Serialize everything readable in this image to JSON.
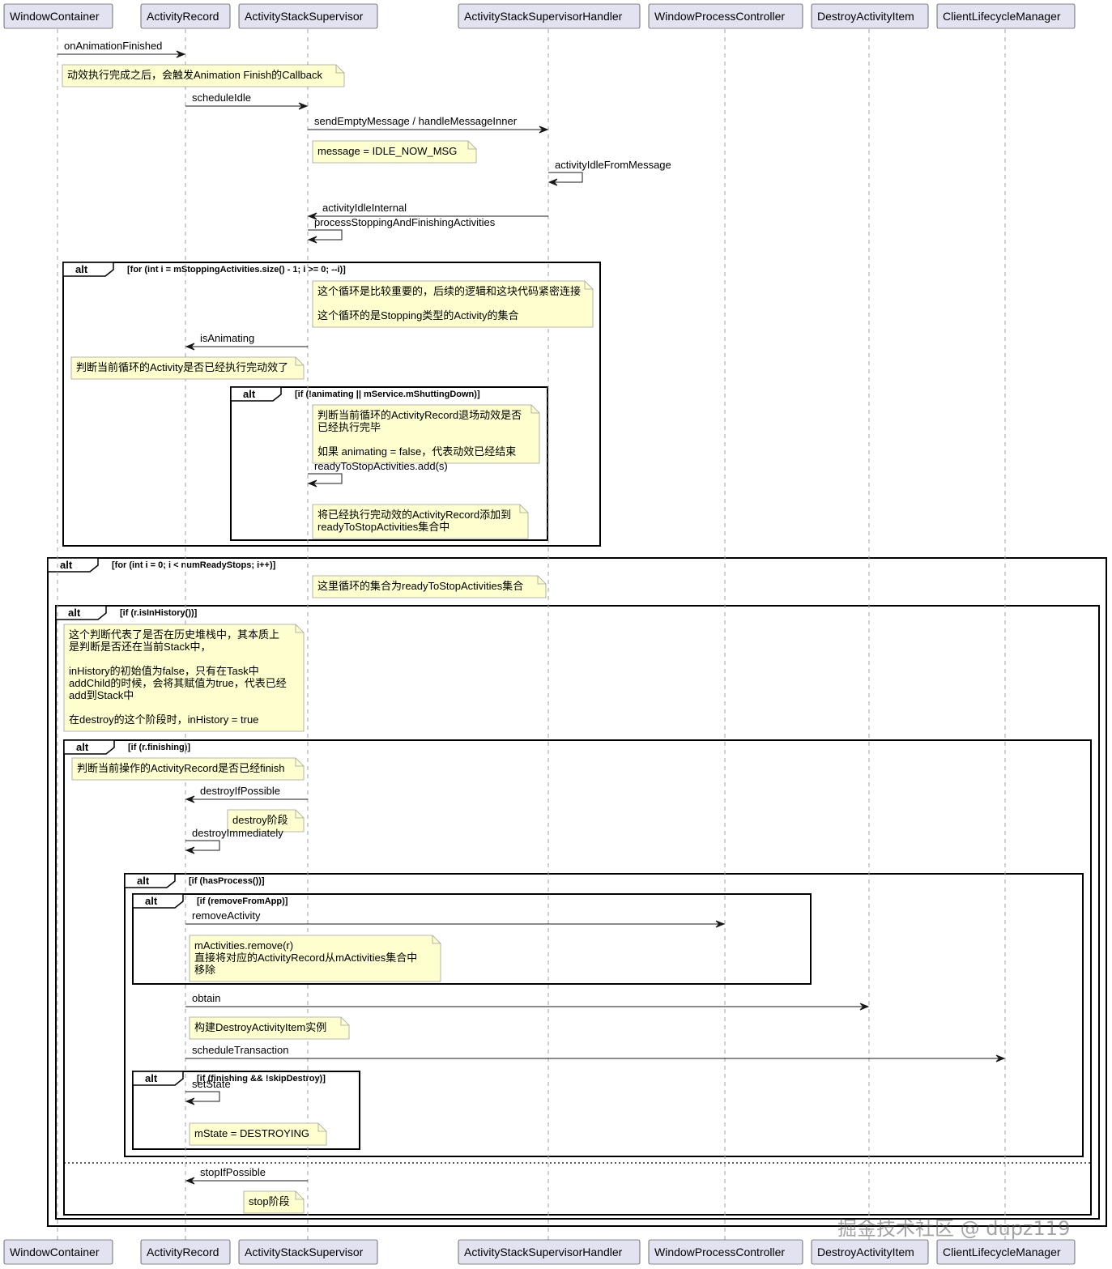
{
  "participants": [
    {
      "id": "wc",
      "label": "WindowContainer"
    },
    {
      "id": "ar",
      "label": "ActivityRecord"
    },
    {
      "id": "ass",
      "label": "ActivityStackSupervisor"
    },
    {
      "id": "assh",
      "label": "ActivityStackSupervisorHandler"
    },
    {
      "id": "wpc",
      "label": "WindowProcessController"
    },
    {
      "id": "dai",
      "label": "DestroyActivityItem"
    },
    {
      "id": "clm",
      "label": "ClientLifecycleManager"
    }
  ],
  "messages": [
    {
      "from": "wc",
      "to": "ar",
      "label": "onAnimationFinished"
    },
    {
      "from": "ar",
      "to": "ass",
      "label": "scheduleIdle"
    },
    {
      "from": "ass",
      "to": "assh",
      "label": "sendEmptyMessage / handleMessageInner"
    },
    {
      "from": "assh",
      "to": "assh",
      "label": "activityIdleFromMessage"
    },
    {
      "from": "assh",
      "to": "ass",
      "label": "activityIdleInternal"
    },
    {
      "from": "ass",
      "to": "ass",
      "label": "processStoppingAndFinishingActivities"
    },
    {
      "from": "ass",
      "to": "ar",
      "label": "isAnimating"
    },
    {
      "from": "ass",
      "to": "ass",
      "label": "readyToStopActivities.add(s)"
    },
    {
      "from": "ass",
      "to": "ar",
      "label": "destroyIfPossible"
    },
    {
      "from": "ar",
      "to": "ar",
      "label": "destroyImmediately"
    },
    {
      "from": "ar",
      "to": "wpc",
      "label": "removeActivity"
    },
    {
      "from": "ar",
      "to": "dai",
      "label": "obtain"
    },
    {
      "from": "ar",
      "to": "clm",
      "label": "scheduleTransaction"
    },
    {
      "from": "ar",
      "to": "ar",
      "label": "setState"
    },
    {
      "from": "ass",
      "to": "ar",
      "label": "stopIfPossible"
    }
  ],
  "notes": [
    {
      "lines": [
        "动效执行完成之后，会触发Animation Finish的Callback"
      ]
    },
    {
      "lines": [
        "message = IDLE_NOW_MSG"
      ]
    },
    {
      "lines": [
        "这个循环是比较重要的，后续的逻辑和这块代码紧密连接",
        "",
        "这个循环的是Stopping类型的Activity的集合"
      ]
    },
    {
      "lines": [
        "判断当前循环的Activity是否已经执行完动效了"
      ]
    },
    {
      "lines": [
        "判断当前循环的ActivityRecord退场动效是否",
        "已经执行完毕",
        "",
        "如果 animating = false，代表动效已经结束"
      ]
    },
    {
      "lines": [
        "将已经执行完动效的ActivityRecord添加到",
        "readyToStopActivities集合中"
      ]
    },
    {
      "lines": [
        "这里循环的集合为readyToStopActivities集合"
      ]
    },
    {
      "lines": [
        "这个判断代表了是否在历史堆栈中，其本质上",
        "是判断是否还在当前Stack中，",
        "",
        "inHistory的初始值为false，只有在Task中",
        "addChild的时候，会将其赋值为true，代表已经",
        "add到Stack中",
        "",
        "在destroy的这个阶段时，inHistory = true"
      ]
    },
    {
      "lines": [
        "判断当前操作的ActivityRecord是否已经finish"
      ]
    },
    {
      "lines": [
        "destroy阶段"
      ]
    },
    {
      "lines": [
        "mActivities.remove(r)",
        "直接将对应的ActivityRecord从mActivities集合中",
        "移除"
      ]
    },
    {
      "lines": [
        "构建DestroyActivityItem实例"
      ]
    },
    {
      "lines": [
        "mState = DESTROYING"
      ]
    },
    {
      "lines": [
        "stop阶段"
      ]
    }
  ],
  "fragments": [
    {
      "kind": "alt",
      "guard": "[for (int i = mStoppingActivities.size() - 1; i >= 0; --i)]"
    },
    {
      "kind": "alt",
      "guard": "[if (!animating || mService.mShuttingDown)]"
    },
    {
      "kind": "alt",
      "guard": "[for (int i = 0; i < numReadyStops; i++)]"
    },
    {
      "kind": "alt",
      "guard": "[if (r.isInHistory())]"
    },
    {
      "kind": "alt",
      "guard": "[if (r.finishing)]"
    },
    {
      "kind": "alt",
      "guard": "[if (hasProcess())]"
    },
    {
      "kind": "alt",
      "guard": "[if (removeFromApp)]"
    },
    {
      "kind": "alt",
      "guard": "[if (finishing && !skipDestroy)]"
    }
  ],
  "watermark": "掘金技术社区 @ dupz119",
  "colors": {
    "participant_fill": "#e2e2f0",
    "participant_border": "#181818",
    "note_fill": "#fefece",
    "note_border": "#a0a0a0",
    "lifeline": "#a0a0a0",
    "frame_border": "#000000",
    "text": "#000000"
  }
}
